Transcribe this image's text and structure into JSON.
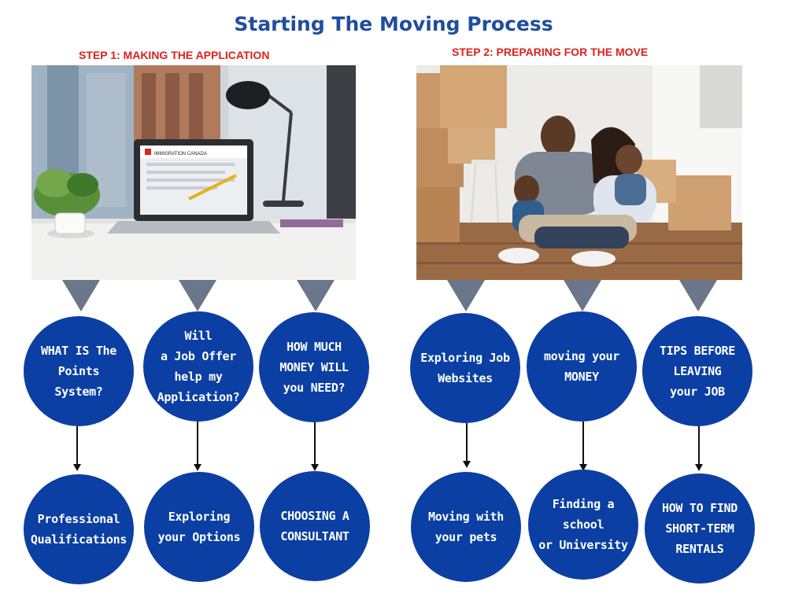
{
  "title": "Starting The Moving Process",
  "steps": [
    {
      "label": "STEP 1: MAKING THE APPLICATION"
    },
    {
      "label": "STEP 2: PREPARING FOR THE MOVE"
    }
  ],
  "photo1": {
    "laptop_text": "IMMIGRATION CANADA"
  },
  "colors": {
    "title": "#1f4e9c",
    "step_label": "#e0201b",
    "circle": "#0b3fa3",
    "pointer": "#6a7689"
  },
  "topics": [
    "WHAT IS The\nPoints\nSystem?",
    "Will\na Job Offer\nhelp my\nApplication?",
    "HOW MUCH\nMONEY WILL\nyou NEED?",
    "Exploring Job\nWebsites",
    "moving your\nMONEY",
    "TIPS BEFORE\nLEAVING\nyour JOB"
  ],
  "subtopics": [
    "Professional\nQualifications",
    "Exploring\nyour Options",
    "CHOOSING A\nCONSULTANT",
    "Moving with\nyour pets",
    "Finding a school\nor University",
    "HOW TO FIND\nSHORT-TERM\nRENTALS"
  ]
}
